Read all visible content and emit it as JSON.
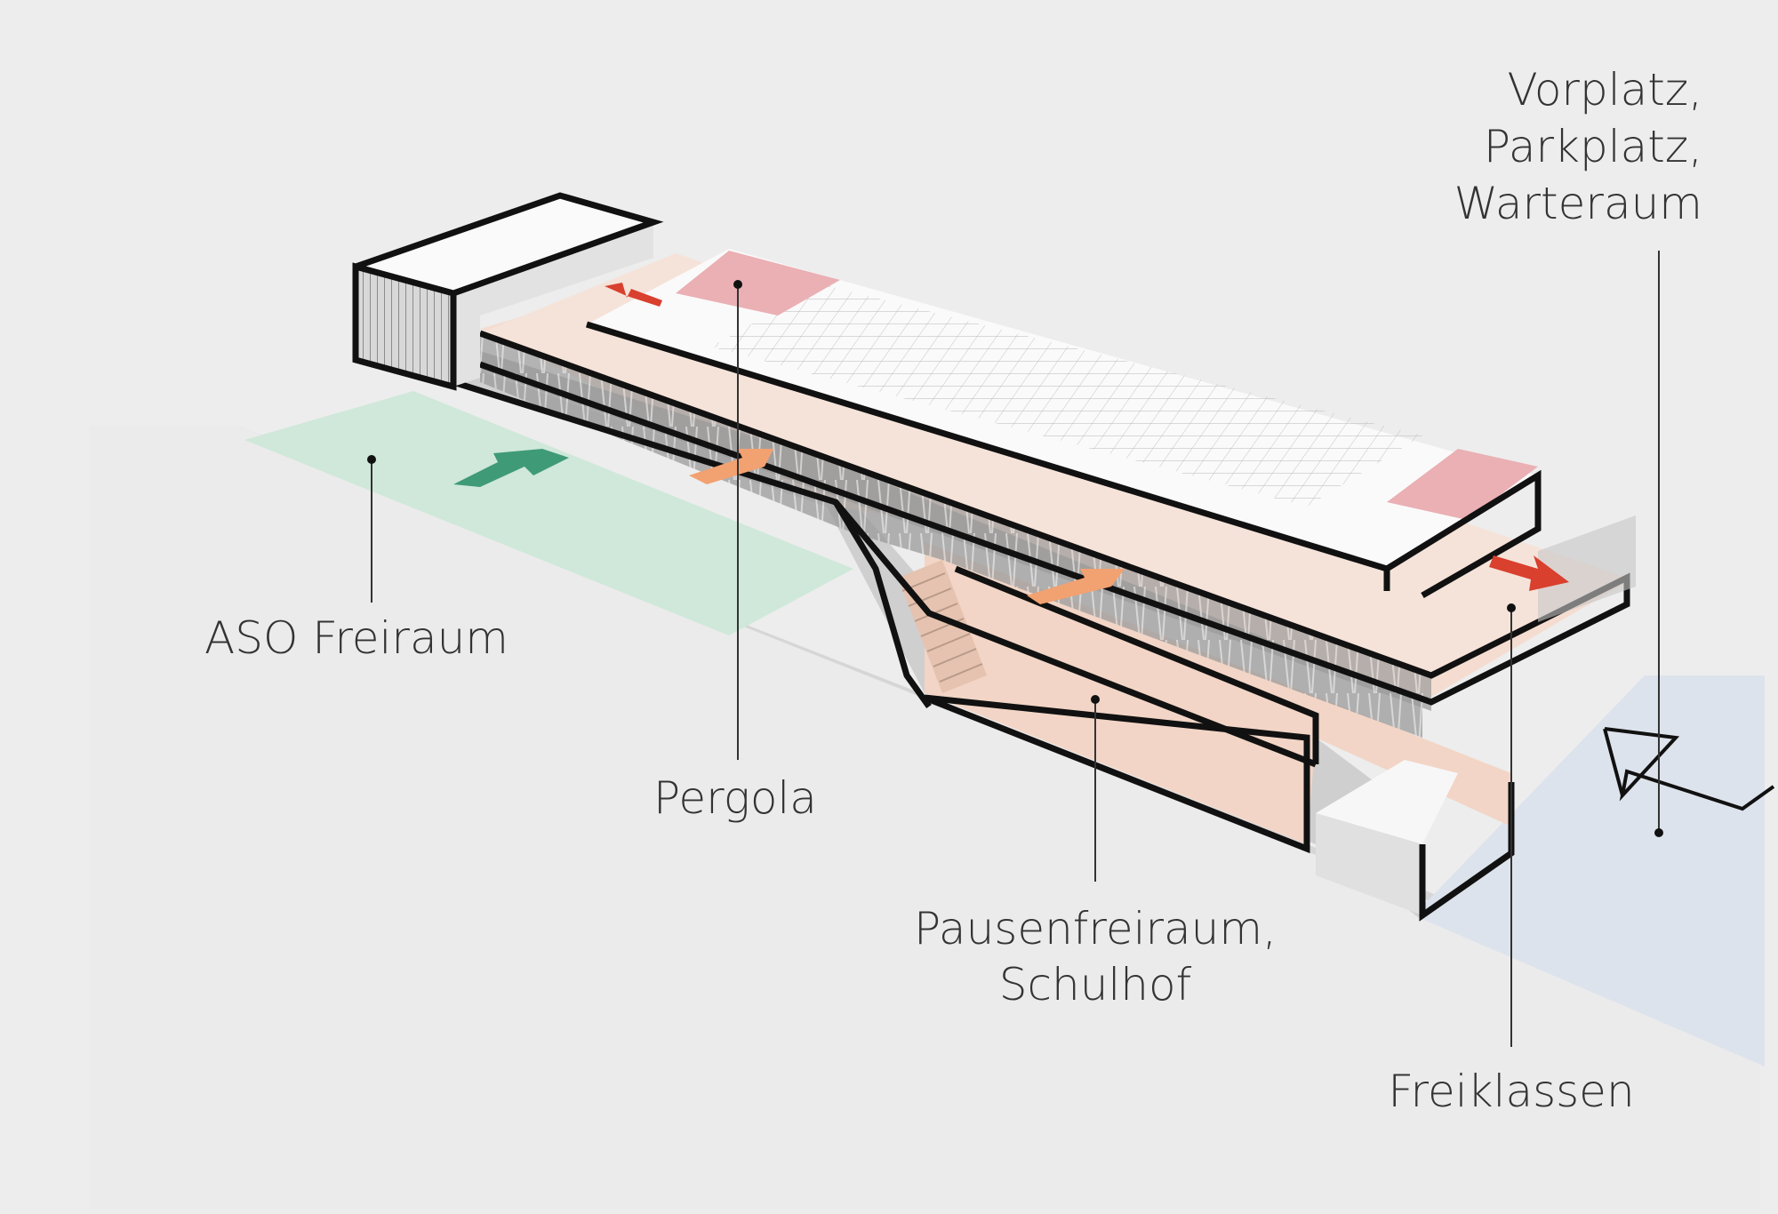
{
  "labels": {
    "aso": "ASO Freiraum",
    "pergola": "Pergola",
    "pausen_line1": "Pausenfreiraum,",
    "pausen_line2": "Schulhof",
    "freiklassen": "Freiklassen",
    "vorplatz_line1": "Vorplatz,",
    "vorplatz_line2": "Parkplatz,",
    "vorplatz_line3": "Warteraum"
  },
  "colors": {
    "background": "#ededed",
    "ground": "#e3e3e3",
    "green_zone": "#cfe8da",
    "green_arrow": "#3f9a78",
    "salmon_floor": "#f2d5c6",
    "pink_zone": "#eab0b4",
    "red_arrow": "#d9402e",
    "orange_arrow": "#f2a171",
    "entrance_plaza": "#dde3ec"
  },
  "icons": [
    "entrance-arrow-icon",
    "leader-dot"
  ]
}
